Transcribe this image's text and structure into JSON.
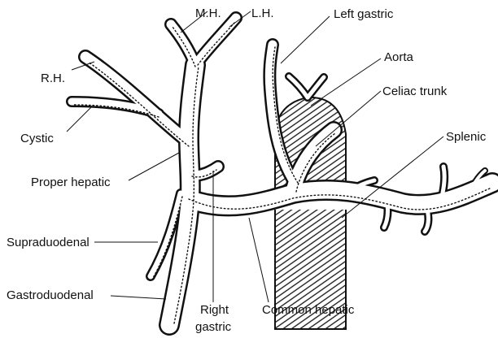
{
  "labels": {
    "mh": "M.H.",
    "lh": "L.H.",
    "left_gastric": "Left gastric",
    "aorta": "Aorta",
    "celiac_trunk": "Celiac trunk",
    "rh": "R.H.",
    "cystic": "Cystic",
    "splenic": "Splenic",
    "proper_hepatic": "Proper hepatic",
    "supraduodenal": "Supraduodenal",
    "gastroduodenal": "Gastroduodenal",
    "right_gastric_line1": "Right",
    "right_gastric_line2": "gastric",
    "common_hepatic": "Common hepatic"
  }
}
